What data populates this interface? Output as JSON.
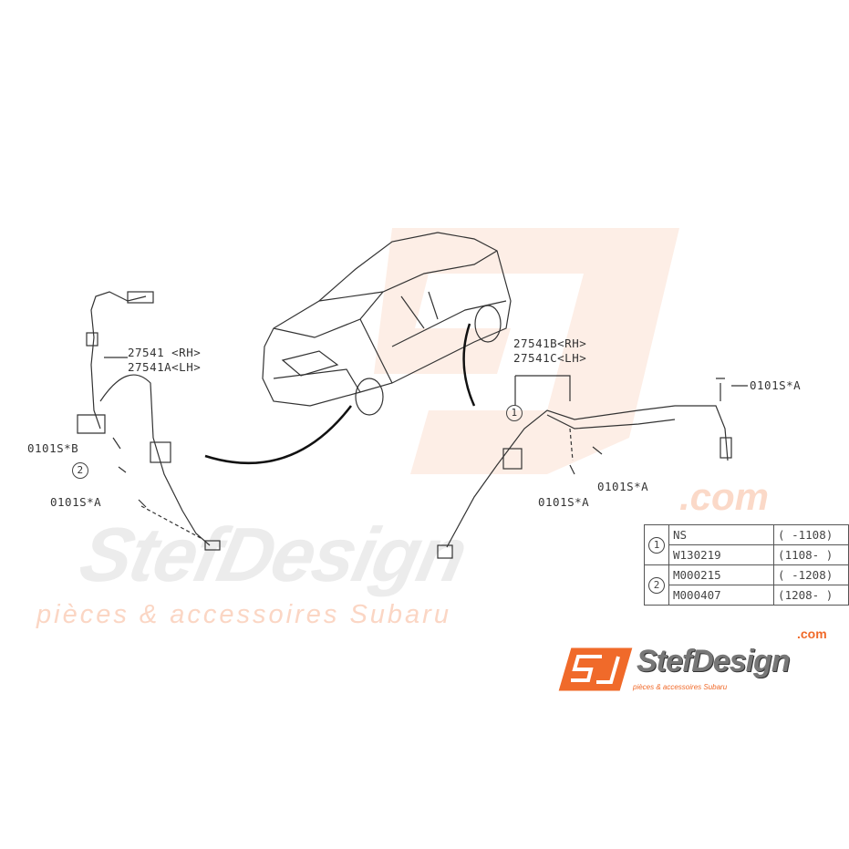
{
  "watermark": {
    "brand": "StefDesign",
    "domain": ".com",
    "tagline": "pièces & accessoires Subaru"
  },
  "callouts": {
    "left_part_rh": "27541 <RH>",
    "left_part_lh": "27541A<LH>",
    "left_bolt_b": "0101S*B",
    "left_ref_2": "2",
    "left_bolt_a": "0101S*A",
    "right_part_rh": "27541B<RH>",
    "right_part_lh": "27541C<LH>",
    "right_ref_1": "1",
    "right_bolt_a_top": "0101S*A",
    "right_bolt_a_mid": "0101S*A",
    "right_bolt_a_low": "0101S*A"
  },
  "code_table": {
    "rows": [
      {
        "ref": "1",
        "code": "NS",
        "range": "( -1108)"
      },
      {
        "ref": "1",
        "code": "W130219",
        "range": "(1108- )"
      },
      {
        "ref": "2",
        "code": "M000215",
        "range": "( -1208)"
      },
      {
        "ref": "2",
        "code": "M000407",
        "range": "(1208- )"
      }
    ]
  },
  "logo": {
    "mark": "SJ",
    "name": "StefDesign",
    "domain": ".com",
    "tagline": "pièces & accessoires Subaru",
    "accent": "#f06a2a"
  }
}
